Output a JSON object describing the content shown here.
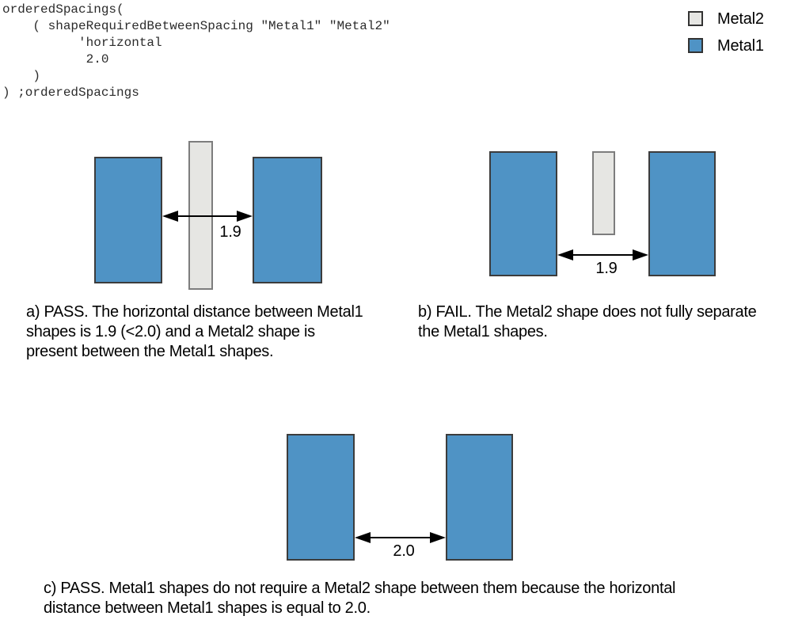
{
  "code": {
    "text": "orderedSpacings(\n    ( shapeRequiredBetweenSpacing \"Metal1\" \"Metal2\"\n          'horizontal\n           2.0\n    )\n) ;orderedSpacings"
  },
  "legend": {
    "items": [
      {
        "label": "Metal2",
        "color": "#e6e6e3"
      },
      {
        "label": "Metal1",
        "color": "#4f93c5"
      }
    ]
  },
  "figures": {
    "a": {
      "spacing_value": "1.9",
      "caption_lines": [
        "a) PASS. The horizontal distance between Metal1",
        "shapes is 1.9 (<2.0) and a Metal2 shape is",
        "present between the Metal1 shapes."
      ]
    },
    "b": {
      "spacing_value": "1.9",
      "caption_lines": [
        "b) FAIL. The Metal2 shape does not fully separate",
        "the Metal1 shapes."
      ]
    },
    "c": {
      "spacing_value": "2.0",
      "caption_lines": [
        "c) PASS. Metal1 shapes do not require a Metal2 shape between them because the horizontal",
        "distance between Metal1 shapes is equal to 2.0."
      ]
    }
  },
  "colors": {
    "metal1_fill": "#4f93c5",
    "metal2_fill": "#e6e6e3",
    "rect_border": "#3c3c3c",
    "arrow": "#000000",
    "code_text": "#2b2b2b"
  }
}
